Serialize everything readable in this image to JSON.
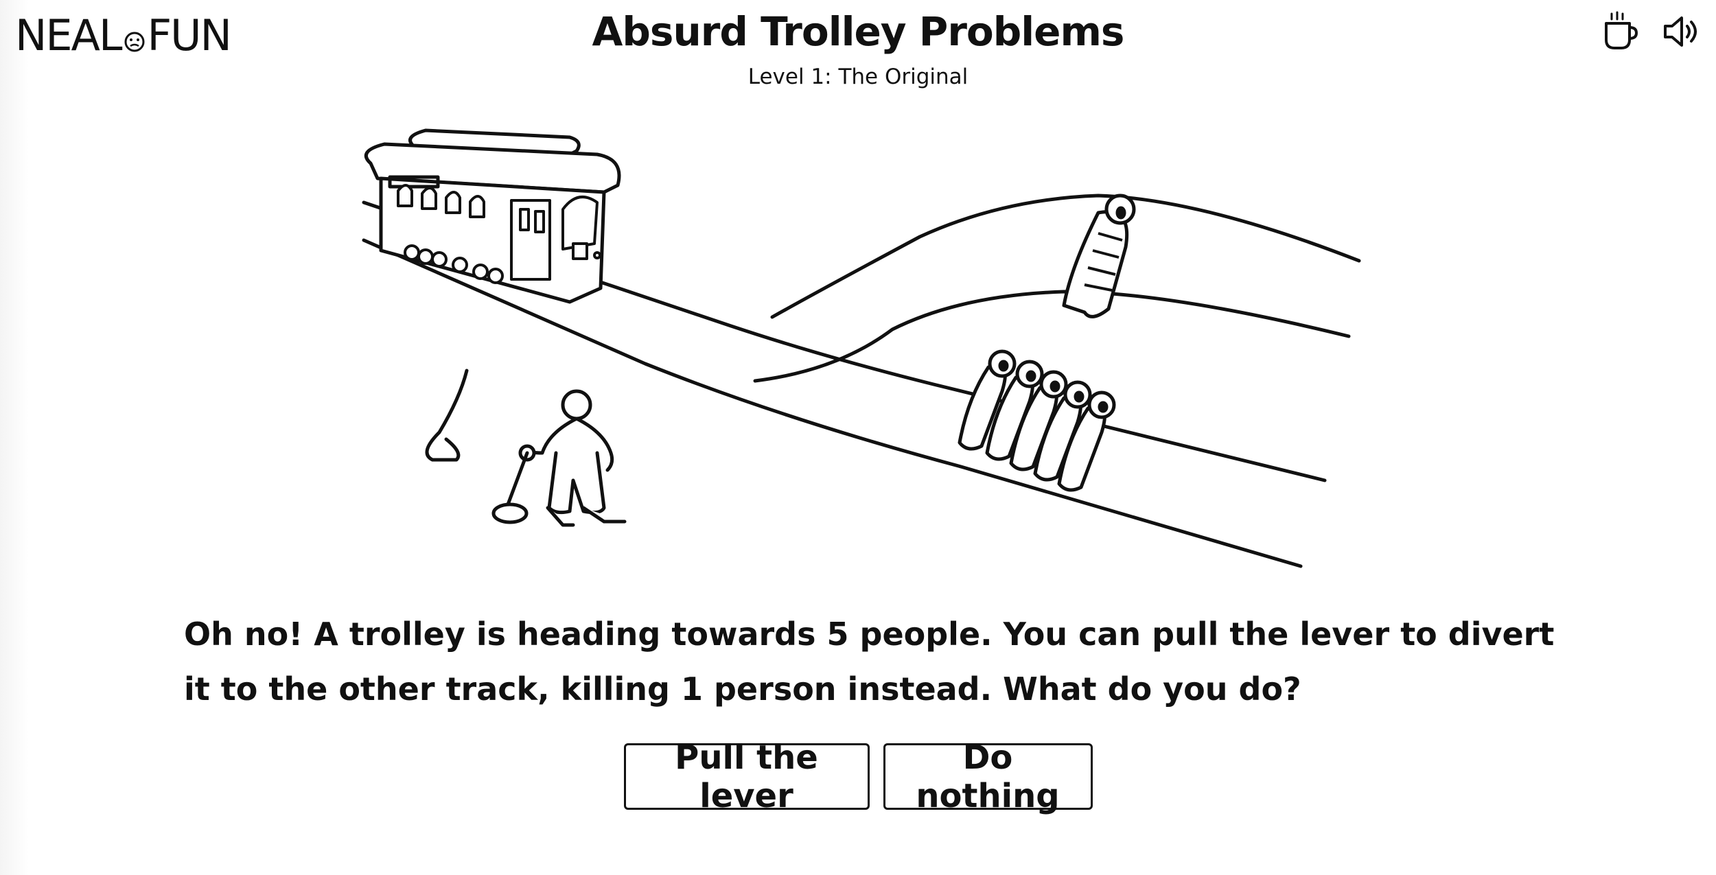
{
  "header": {
    "logo_left": "NEAL",
    "logo_right": "FUN",
    "title": "Absurd Trolley Problems",
    "level": "Level 1: The Original"
  },
  "toolbar": {
    "coffee_icon": "coffee-cup-icon",
    "sound_icon": "speaker-icon"
  },
  "scene": {
    "people_on_main_track": 5,
    "people_on_side_track": 1
  },
  "prompt": {
    "text": "Oh no! A trolley is heading towards 5 people. You can pull the lever to divert it to the other track, killing 1 person instead. What do you do?"
  },
  "choices": {
    "pull_label": "Pull the lever",
    "nothing_label": "Do nothing"
  },
  "colors": {
    "ink": "#111111",
    "background": "#ffffff"
  }
}
